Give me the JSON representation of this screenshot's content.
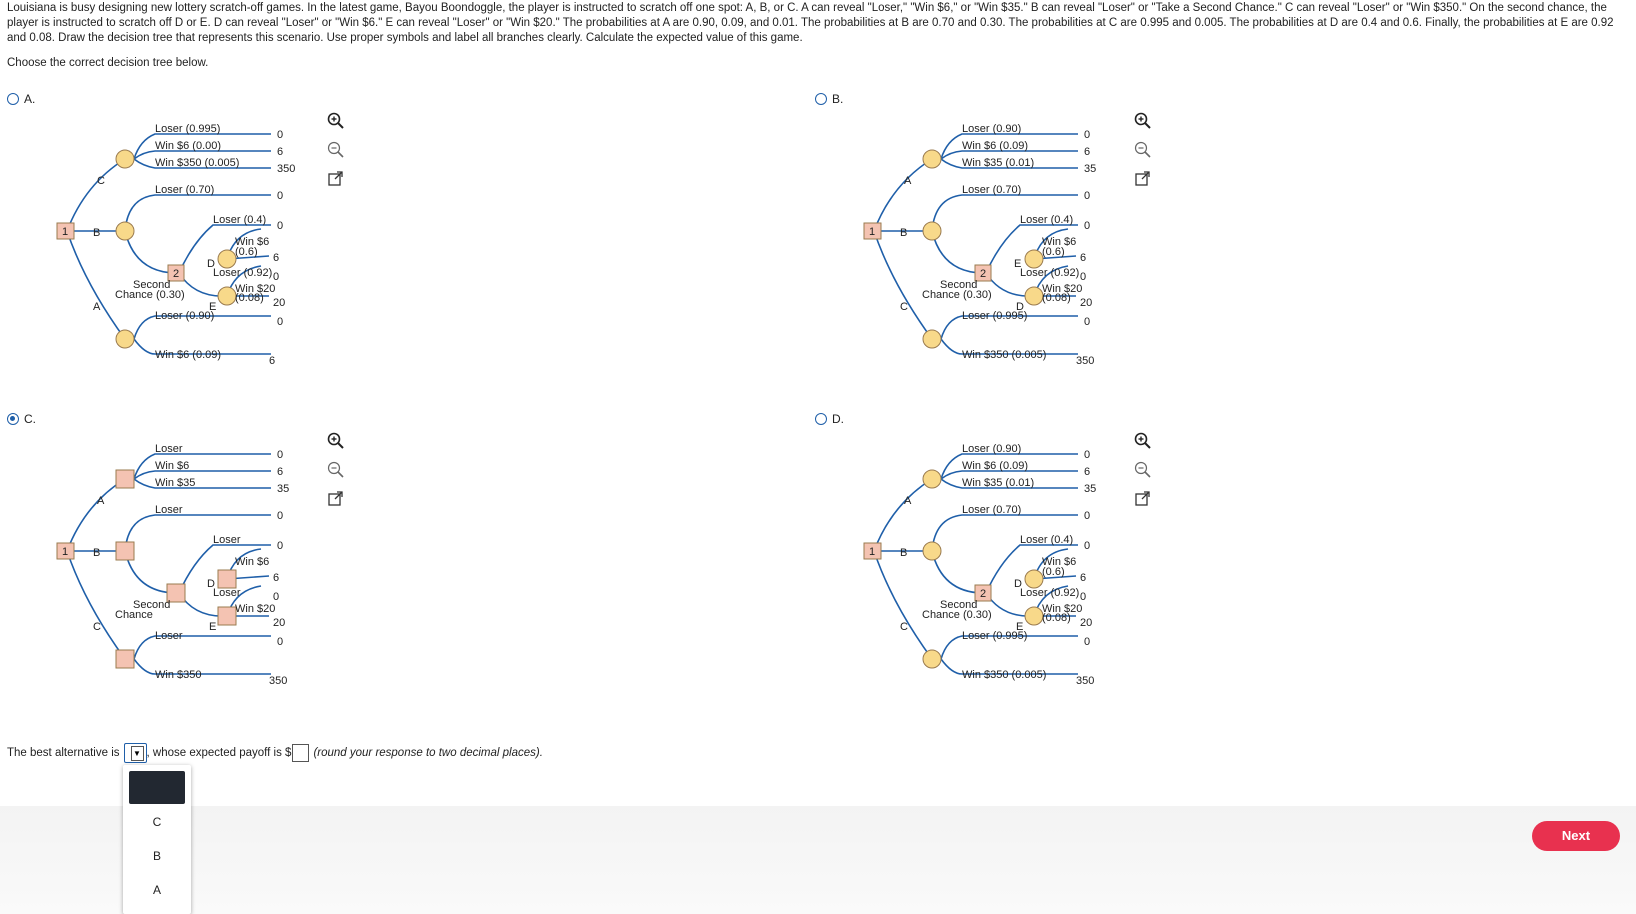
{
  "question": {
    "text": "Louisiana is busy designing new lottery scratch-off games. In the latest game, Bayou Boondoggle, the player is instructed to scratch off one spot: A, B, or C. A can reveal \"Loser,\" \"Win $6,\" or \"Win $35.\" B can reveal \"Loser\" or \"Take a Second Chance.\" C can reveal \"Loser\" or \"Win $350.\" On the second chance, the player is instructed to scratch off D or E. D can reveal \"Loser\" or \"Win $6.\" E can reveal \"Loser\" or \"Win $20.\" The probabilities at A are 0.90, 0.09, and 0.01. The probabilities at B are 0.70 and 0.30. The probabilities at C are 0.995 and 0.005. The probabilities at D are 0.4 and 0.6. Finally, the probabilities at E are 0.92 and 0.08. Draw the decision tree that represents this scenario. Use proper symbols and label all branches clearly. Calculate the expected value of this game.",
    "prompt": "Choose the correct decision tree below."
  },
  "options": [
    {
      "label": "A.",
      "selected": false,
      "t1": [
        "Loser (0.995)",
        "Win $6 (0.00)",
        "Win $350 (0.005)"
      ],
      "v1": [
        "0",
        "6",
        "350"
      ],
      "lbl_top": "C",
      "lbl_mid": "B",
      "lbl_bot": "A",
      "b_loser": "Loser (0.70)",
      "sc": [
        "Second",
        "Chance (0.30)"
      ],
      "d_loser": "Loser (0.4)",
      "d_win": [
        "Win $6",
        "(0.6)"
      ],
      "d_vals": [
        "0",
        "6"
      ],
      "d_lbl": "D",
      "e_loser": "Loser (0.92)",
      "e_win": [
        "Win $20",
        "(0.08)"
      ],
      "e_vals": [
        "0",
        "20"
      ],
      "e_lbl": "E",
      "b_val": "0",
      "t3": [
        "Loser (0.90)",
        "Win $6 (0.09)"
      ],
      "v3": [
        "0",
        "6"
      ]
    },
    {
      "label": "B.",
      "selected": false,
      "t1": [
        "Loser (0.90)",
        "Win $6 (0.09)",
        "Win $35 (0.01)"
      ],
      "v1": [
        "0",
        "6",
        "35"
      ],
      "lbl_top": "A",
      "lbl_mid": "B",
      "lbl_bot": "C",
      "b_loser": "Loser (0.70)",
      "sc": [
        "Second",
        "Chance (0.30)"
      ],
      "d_loser": "Loser (0.4)",
      "d_win": [
        "Win $6",
        "(0.6)"
      ],
      "d_vals": [
        "0",
        "6"
      ],
      "d_lbl": "E",
      "e_loser": "Loser (0.92)",
      "e_win": [
        "Win $20",
        "(0.08)"
      ],
      "e_vals": [
        "0",
        "20"
      ],
      "e_lbl": "D",
      "b_val": "0",
      "t3": [
        "Loser (0.995)",
        "Win $350 (0.005)"
      ],
      "v3": [
        "0",
        "350"
      ]
    },
    {
      "label": "C.",
      "selected": true,
      "t1": [
        "Loser",
        "Win $6",
        "Win $35"
      ],
      "v1": [
        "0",
        "6",
        "35"
      ],
      "lbl_top": "A",
      "lbl_mid": "B",
      "lbl_bot": "C",
      "b_loser": "Loser",
      "sc": [
        "Second",
        "Chance"
      ],
      "d_loser": "Loser",
      "d_win": [
        "Win $6",
        ""
      ],
      "d_vals": [
        "0",
        "6"
      ],
      "d_lbl": "D",
      "e_loser": "Loser",
      "e_win": [
        "Win $20",
        ""
      ],
      "e_vals": [
        "0",
        "20"
      ],
      "e_lbl": "E",
      "b_val": "0",
      "t3": [
        "Loser",
        "Win $350"
      ],
      "v3": [
        "0",
        "350"
      ]
    },
    {
      "label": "D.",
      "selected": false,
      "t1": [
        "Loser (0.90)",
        "Win $6 (0.09)",
        "Win $35 (0.01)"
      ],
      "v1": [
        "0",
        "6",
        "35"
      ],
      "lbl_top": "A",
      "lbl_mid": "B",
      "lbl_bot": "C",
      "b_loser": "Loser (0.70)",
      "sc": [
        "Second",
        "Chance (0.30)"
      ],
      "d_loser": "Loser (0.4)",
      "d_win": [
        "Win $6",
        "(0.6)"
      ],
      "d_vals": [
        "0",
        "6"
      ],
      "d_lbl": "D",
      "e_loser": "Loser (0.92)",
      "e_win": [
        "Win $20",
        "(0.08)"
      ],
      "e_vals": [
        "0",
        "20"
      ],
      "e_lbl": "E",
      "b_val": "0",
      "t3": [
        "Loser (0.995)",
        "Win $350 (0.005)"
      ],
      "v3": [
        "0",
        "350"
      ]
    }
  ],
  "tree_common": {
    "root_label": "1",
    "node2_label": "2"
  },
  "answer": {
    "prefix": "The best alternative is",
    "middle": ", whose expected payoff is $",
    "hint": "(round your response to two decimal places)."
  },
  "dropdown_options": [
    "C",
    "B",
    "A"
  ],
  "footer": {
    "next_label": "Next"
  },
  "colors": {
    "branch": "#1f5fa9",
    "chance_node": "#f8d98a",
    "decision_node": "#f4c3b2",
    "node_stroke": "#9a7b4f",
    "next_button": "#e8314f"
  },
  "icons": [
    "zoom-in-icon",
    "zoom-out-icon",
    "popout-icon"
  ]
}
